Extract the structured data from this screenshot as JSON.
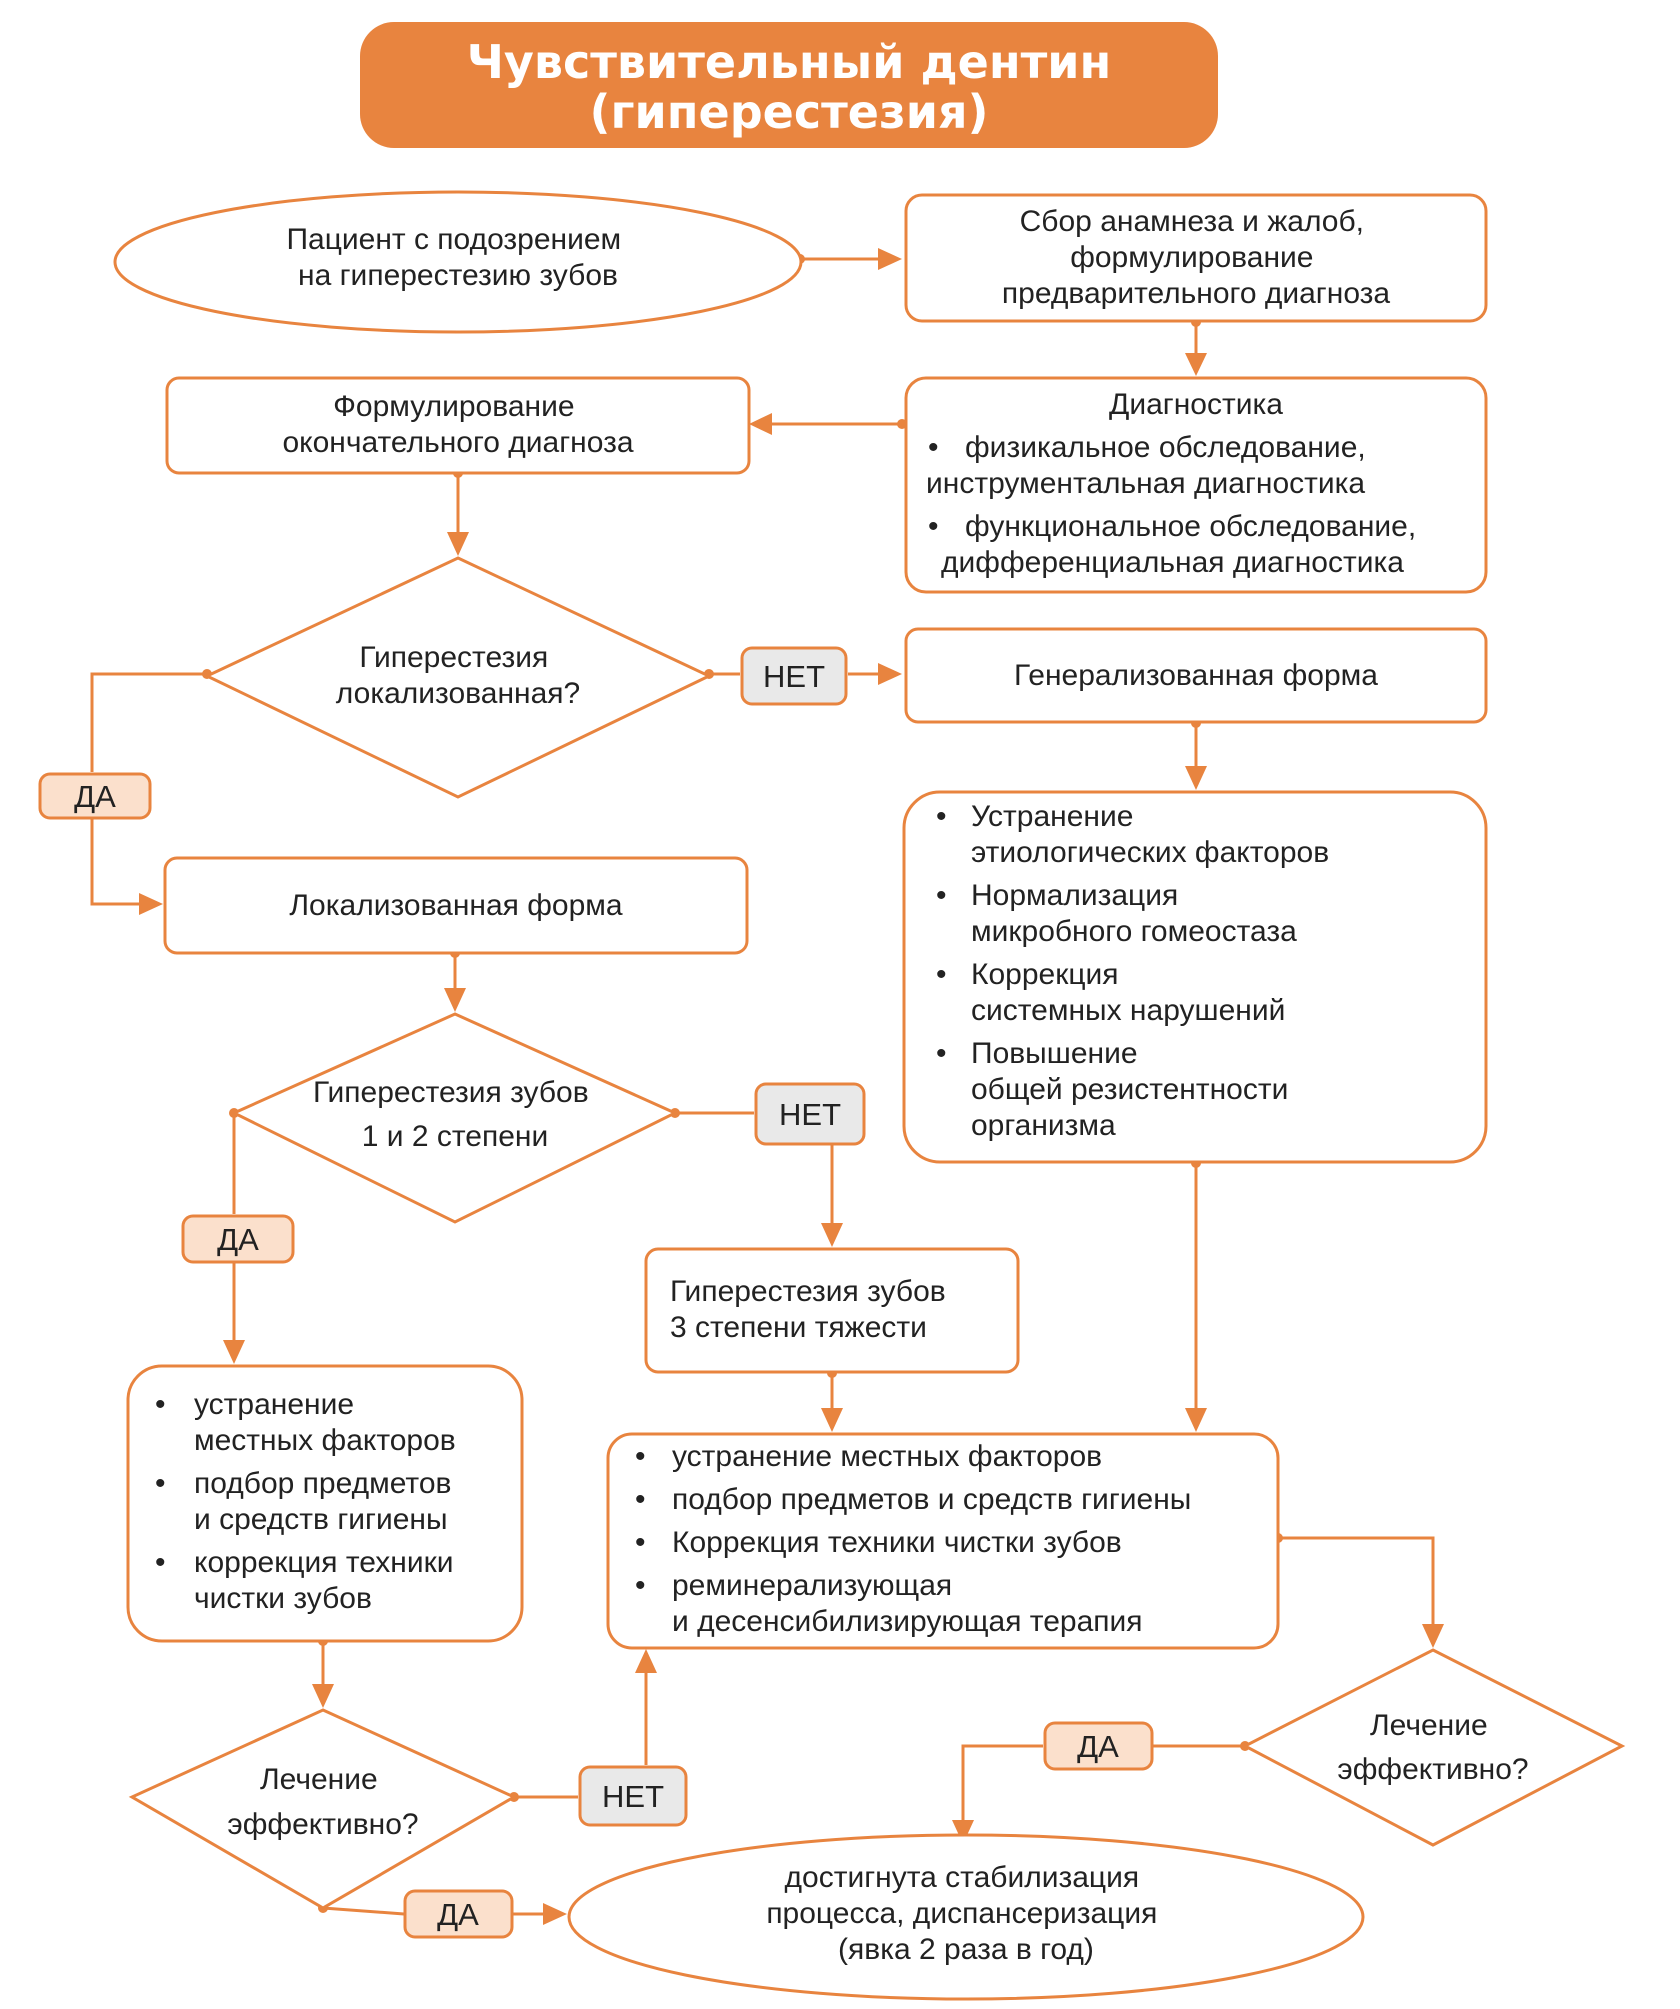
{
  "title": {
    "line1": "Чувствительный дентин",
    "line2": "(гиперестезия)"
  },
  "colors": {
    "accent": "#e8843f",
    "label_no_bg": "#e9e9e9",
    "label_yes_bg": "#fbe0cc"
  },
  "nodes": {
    "patient": [
      "Пациент с подозрением",
      "на гиперестезию зубов"
    ],
    "anamnesis": [
      "Сбор анамнеза и жалоб,",
      "формулирование",
      "предварительного диагноза"
    ],
    "diagnostics": {
      "title": "Диагностика",
      "bullets": [
        [
          "физикальное обследование,",
          "инструментальная диагностика"
        ],
        [
          "функциональное обследование,",
          "дифференциальная диагностика"
        ]
      ]
    },
    "final_diagnosis": [
      "Формулирование",
      "окончательного диагноза"
    ],
    "q_localized": [
      "Гиперестезия",
      "локализованная?"
    ],
    "generalized": "Генерализованная форма",
    "general_measures": [
      [
        "Устранение",
        "этиологических факторов"
      ],
      [
        "Нормализация",
        "микробного гомеостаза"
      ],
      [
        "Коррекция",
        "системных нарушений"
      ],
      [
        "Повышение",
        "общей резистентности",
        "организма"
      ]
    ],
    "localized": "Локализованная форма",
    "q_degree": [
      "Гиперестезия зубов",
      "1 и 2 степени"
    ],
    "degree3": [
      "Гиперестезия зубов",
      "3 степени тяжести"
    ],
    "local_measures": [
      [
        "устранение",
        "местных факторов"
      ],
      [
        "подбор предметов",
        "и средств гигиены"
      ],
      [
        "коррекция техники",
        "чистки зубов"
      ]
    ],
    "full_measures": [
      [
        "устранение местных факторов"
      ],
      [
        "подбор предметов и средств гигиены"
      ],
      [
        "Коррекция техники чистки зубов"
      ],
      [
        "реминерализующая",
        "и десенсибилизирующая терапия"
      ]
    ],
    "q_effective_left": [
      "Лечение",
      "эффективно?"
    ],
    "q_effective_right": [
      "Лечение",
      "эффективно?"
    ],
    "stabilization": [
      "достигнута стабилизация",
      "процесса, диспансеризация",
      "(явка 2 раза в год)"
    ]
  },
  "labels": {
    "no": "НЕТ",
    "yes": "ДА"
  },
  "bullet_char": "•"
}
